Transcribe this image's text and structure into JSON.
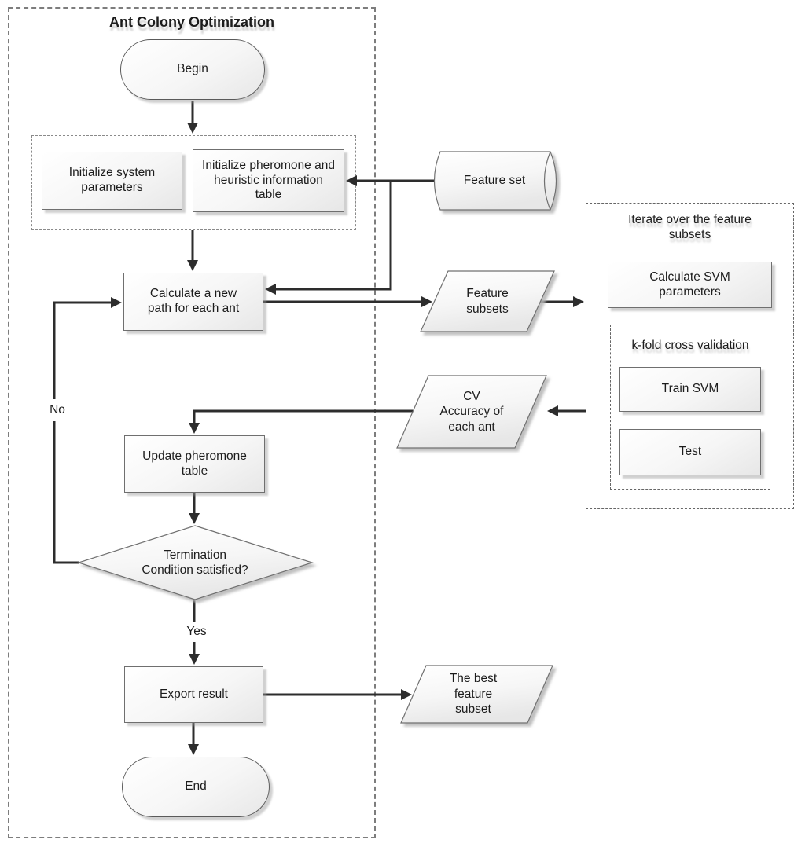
{
  "title": "Ant Colony Optimization",
  "groups": {
    "iterate": "Iterate over the feature subsets",
    "kfold": "k-fold cross validation"
  },
  "nodes": {
    "begin": "Begin",
    "init_system": "Initialize system parameters",
    "init_pheromone": "Initialize pheromone and heuristic information table",
    "feature_set": "Feature set",
    "calc_path": "Calculate a new path for each ant",
    "feature_subsets": [
      "Feature",
      "subsets"
    ],
    "calc_svm": "Calculate SVM parameters",
    "train_svm": "Train SVM",
    "test": "Test",
    "cv_accuracy": [
      "CV",
      "Accuracy of",
      "each ant"
    ],
    "update_pheromone": "Update pheromone table",
    "termination": [
      "Termination",
      "Condition satisfied?"
    ],
    "export_result": "Export result",
    "best_subset": [
      "The best",
      "feature",
      "subset"
    ],
    "end": "End"
  },
  "edge_labels": {
    "no": "No",
    "yes": "Yes"
  },
  "colors": {
    "arrow": "#2d2d2d",
    "shape_border": "#6f6f6f",
    "shape_fill_top": "#ffffff",
    "shape_fill_bottom": "#e7e7e7",
    "dashed_border": "#7d7d7d",
    "text": "#1c1c1c",
    "background": "#ffffff"
  }
}
